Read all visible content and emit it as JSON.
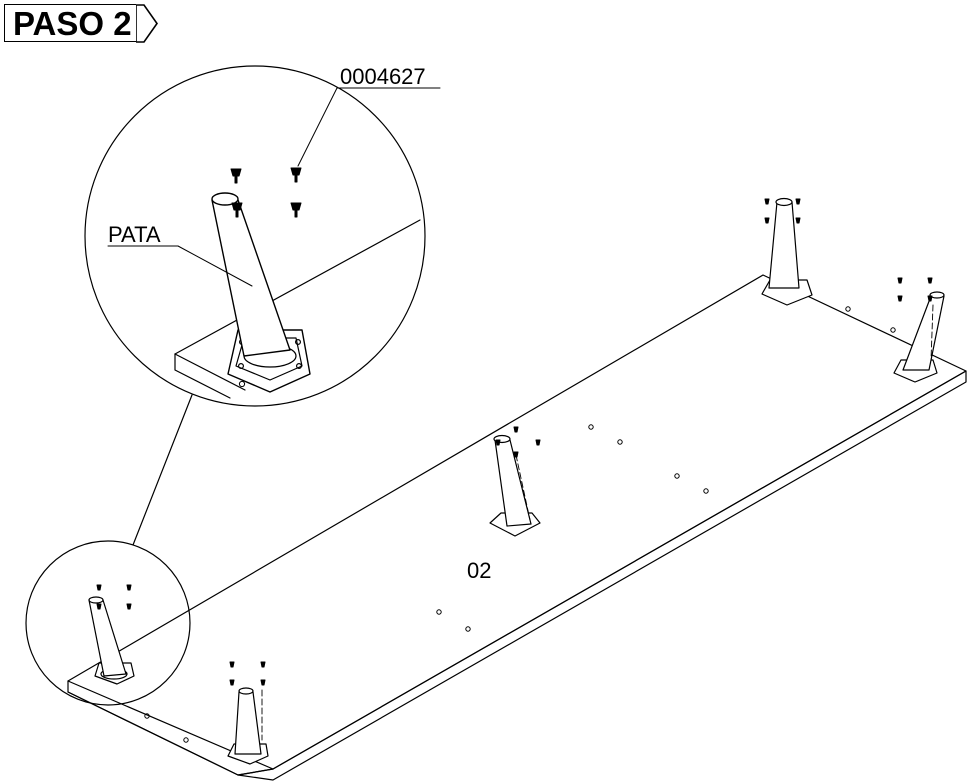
{
  "step": {
    "label": "PASO 2"
  },
  "callouts": {
    "screw_code": "0004627",
    "leg_label": "PATA",
    "panel_label": "02"
  },
  "colors": {
    "line": "#000000",
    "background": "#ffffff"
  }
}
